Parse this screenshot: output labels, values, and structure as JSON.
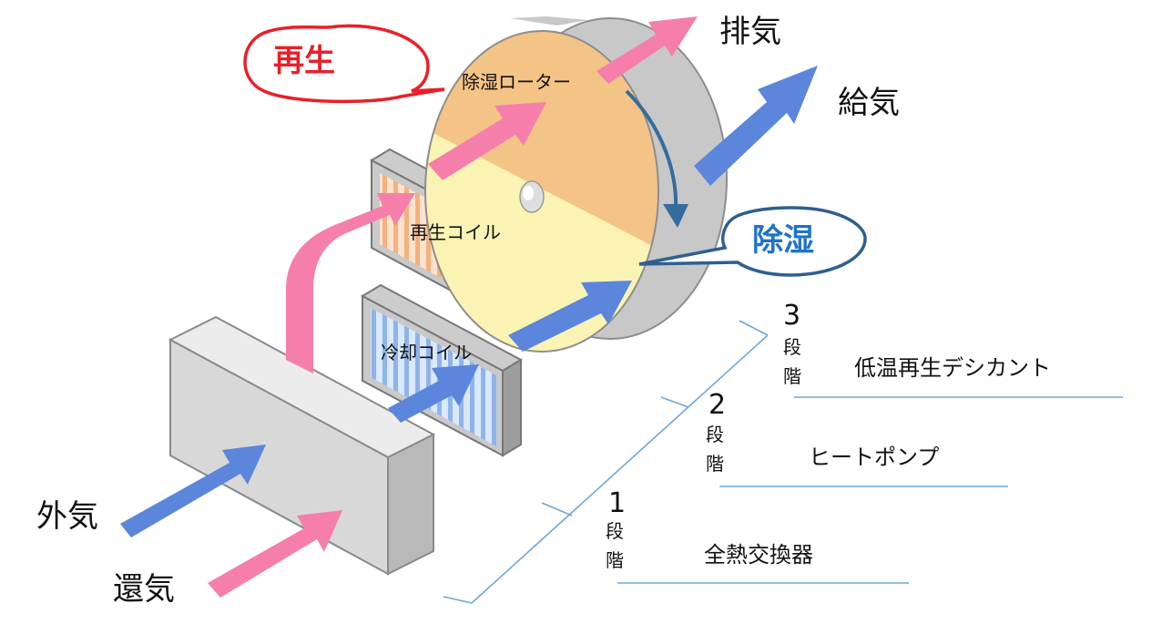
{
  "labels": {
    "exhaust": "排気",
    "supply": "給気",
    "outside_air": "外気",
    "return_air": "還気",
    "rotor": "除湿ローター",
    "regen_coil": "再生コイル",
    "cooling_coil": "冷却コイル"
  },
  "bubbles": {
    "regeneration": "再生",
    "dehumidify": "除湿"
  },
  "stages": [
    {
      "number": "1",
      "char1": "段",
      "char2": "階",
      "name": "全熱交換器"
    },
    {
      "number": "2",
      "char1": "段",
      "char2": "階",
      "name": "ヒートポンプ"
    },
    {
      "number": "3",
      "char1": "段",
      "char2": "階",
      "name": "低温再生デシカント"
    }
  ],
  "colors": {
    "pink": "#F57FAA",
    "blue": "#5B86DB",
    "regen_red": "#E8202A",
    "dehum_blue": "#1F73C8",
    "rotor_orange": "#F4C486",
    "rotor_yellow": "#FAF3B4",
    "stage_line": "#6FA8D6"
  }
}
